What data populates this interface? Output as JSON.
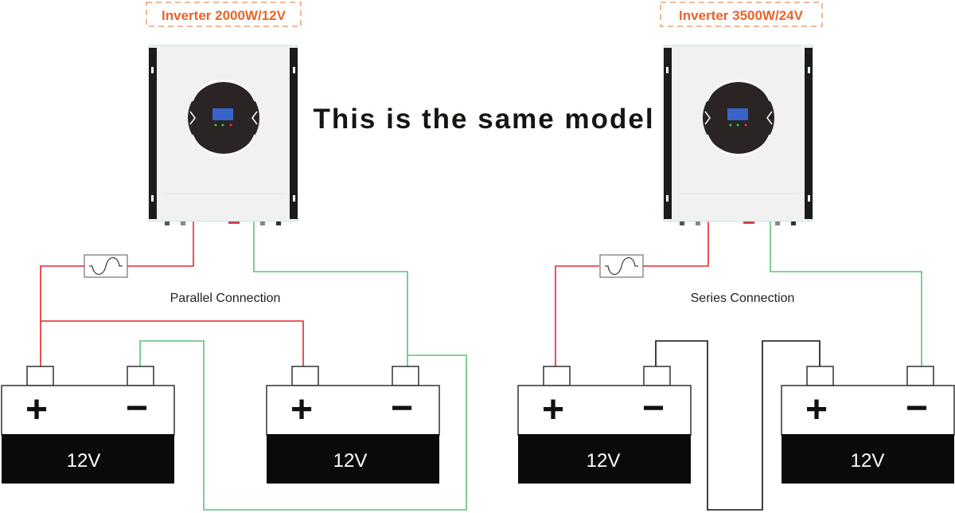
{
  "headline": "This is the same model",
  "left": {
    "inverter_label": "Inverter 2000W/12V",
    "connection_label": "Parallel Connection",
    "batteries": [
      {
        "plus": "+",
        "minus": "−",
        "voltage": "12V"
      },
      {
        "plus": "+",
        "minus": "−",
        "voltage": "12V"
      }
    ]
  },
  "right": {
    "inverter_label": "Inverter 3500W/24V",
    "connection_label": "Series Connection",
    "batteries": [
      {
        "plus": "+",
        "minus": "−",
        "voltage": "12V"
      },
      {
        "plus": "+",
        "minus": "−",
        "voltage": "12V"
      }
    ]
  },
  "colors": {
    "positive": "#e8262d",
    "negative": "#5cc378",
    "series_link": "#111111",
    "label": "#e8642a"
  }
}
